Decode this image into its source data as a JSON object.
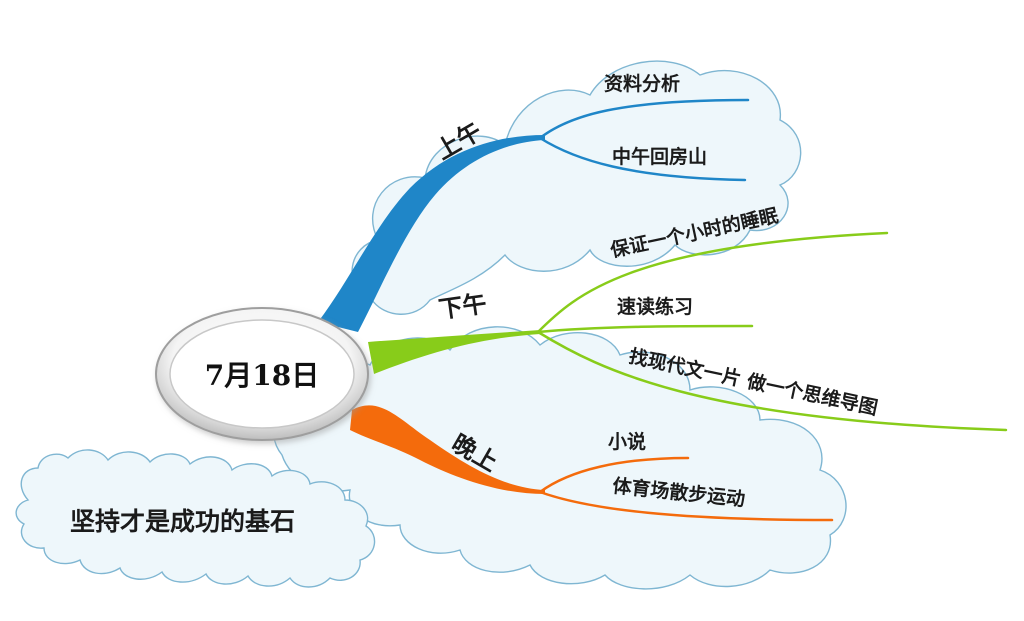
{
  "center": {
    "label": "7月18日"
  },
  "colors": {
    "morning": "#1f86c8",
    "afternoon": "#88cc1a",
    "evening": "#f46b0c",
    "cloud_fill": "#eef7fb",
    "cloud_stroke": "#7fb6d2"
  },
  "branches": [
    {
      "id": "morning",
      "label": "上午",
      "items": [
        "资料分析",
        "中午回房山"
      ]
    },
    {
      "id": "afternoon",
      "label": "下午",
      "items": [
        "保证一个小时的睡眠",
        "速读练习",
        "找现代文一片 做一个思维导图"
      ]
    },
    {
      "id": "evening",
      "label": "晚上",
      "items": [
        "小说",
        "体育场散步运动"
      ]
    }
  ],
  "motto": "坚持才是成功的基石"
}
